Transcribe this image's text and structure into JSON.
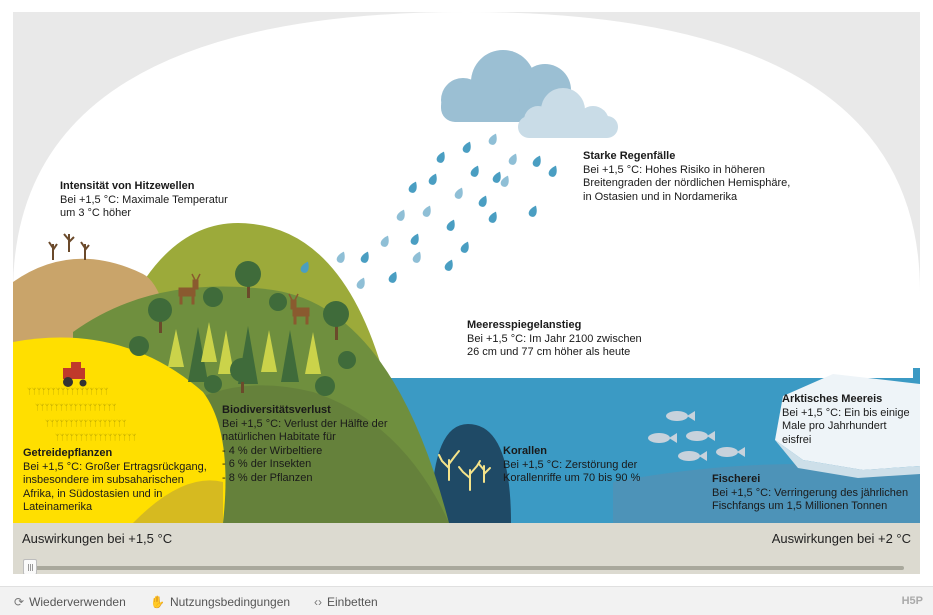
{
  "labels": {
    "heat": {
      "title": "Intensität von Hitzewellen",
      "lines": [
        "Bei +1,5 °C: Maximale Temperatur",
        "um 3 °C höher"
      ]
    },
    "rain": {
      "title": "Starke Regenfälle",
      "lines": [
        "Bei +1,5 °C: Hohes Risiko in höheren",
        "Breitengraden der nördlichen Hemisphäre,",
        "in Ostasien und in Nordamerika"
      ]
    },
    "sea": {
      "title": "Meeresspiegelanstieg",
      "lines": [
        "Bei +1,5 °C: Im Jahr 2100 zwischen",
        "26 cm und 77 cm höher als heute"
      ]
    },
    "arctic": {
      "title": "Arktisches Meereis",
      "lines": [
        "Bei +1,5 °C: Ein bis einige",
        "Male pro Jahrhundert",
        "eisfrei"
      ]
    },
    "bio": {
      "title": "Biodiversitätsverlust",
      "lines": [
        "Bei +1,5 °C: Verlust der Hälfte der",
        "natürlichen Habitate für",
        "- 4 % der Wirbeltiere",
        "- 6 % der Insekten",
        "- 8 % der Pflanzen"
      ]
    },
    "coral": {
      "title": "Korallen",
      "lines": [
        "Bei +1,5 °C: Zerstörung der",
        "Korallenriffe um 70 bis 90 %"
      ]
    },
    "fish": {
      "title": "Fischerei",
      "lines": [
        "Bei +1,5 °C: Verringerung des jährlichen",
        "Fischfangs um 1,5 Millionen Tonnen"
      ]
    },
    "grain": {
      "title": "Getreidepflanzen",
      "lines": [
        "Bei +1,5 °C: Großer Ertragsrückgang,",
        "insbesondere im subsaharischen",
        "Afrika, in Südostasien und in",
        "Lateinamerika"
      ]
    }
  },
  "slider": {
    "left_label": "Auswirkungen bei +1,5 °C",
    "right_label": "Auswirkungen bei +2 °C",
    "position": 0
  },
  "footer": {
    "reuse": "Wiederverwenden",
    "terms": "Nutzungsbedingungen",
    "embed": "Einbetten",
    "brand": "H5P"
  },
  "colors": {
    "sea": "#3b9ac4",
    "hill_green": "#9caa3a",
    "hill_dark": "#6f8f3e",
    "field_yellow": "#ffdf00",
    "desert": "#c9a46a",
    "cloud": "#9bbfd3",
    "rain": "#4a9ec2",
    "ice": "#eef4f8",
    "reef": "#1f4a66"
  },
  "icons": [
    "tractor-icon",
    "tree-icon",
    "deer-icon",
    "fish-icon",
    "coral-icon",
    "cloud-icon",
    "raindrop-icon",
    "refresh-icon",
    "handshake-icon",
    "code-icon"
  ]
}
